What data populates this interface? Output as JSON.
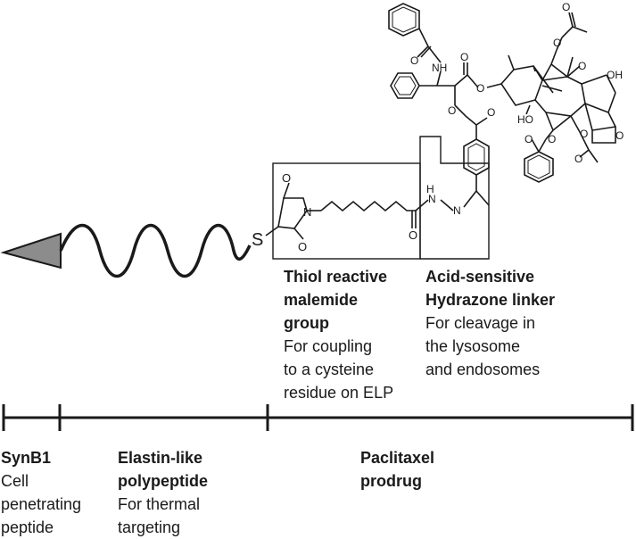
{
  "molecule": {
    "sulfur": "S",
    "nitrogen": "N",
    "oxygen": "O",
    "hydroxyl": "OH",
    "ho": "HO",
    "nh": "NH",
    "h": "H",
    "hydrazide_n": "N"
  },
  "upper_labels": {
    "maleimide": {
      "title_lines": [
        "Thiol reactive",
        "malemide",
        "group"
      ],
      "desc_lines": [
        "For coupling",
        "to a cysteine",
        "residue on ELP"
      ]
    },
    "hydrazone": {
      "title_lines": [
        "Acid-sensitive",
        "Hydrazone linker"
      ],
      "desc_lines": [
        "For cleavage in",
        "the lysosome",
        "and endosomes"
      ]
    }
  },
  "lower_labels": {
    "synb1": {
      "title_lines": [
        "SynB1"
      ],
      "desc_lines": [
        "Cell",
        "penetrating",
        "peptide"
      ]
    },
    "elp": {
      "title_lines": [
        "Elastin-like",
        "polypeptide"
      ],
      "desc_lines": [
        "For thermal",
        "targeting"
      ]
    },
    "paclitaxel": {
      "title_lines": [
        "Paclitaxel",
        "prodrug"
      ],
      "desc_lines": []
    }
  },
  "colors": {
    "triangle_fill": "#8c8c8c",
    "line": "#1a1a1a"
  }
}
